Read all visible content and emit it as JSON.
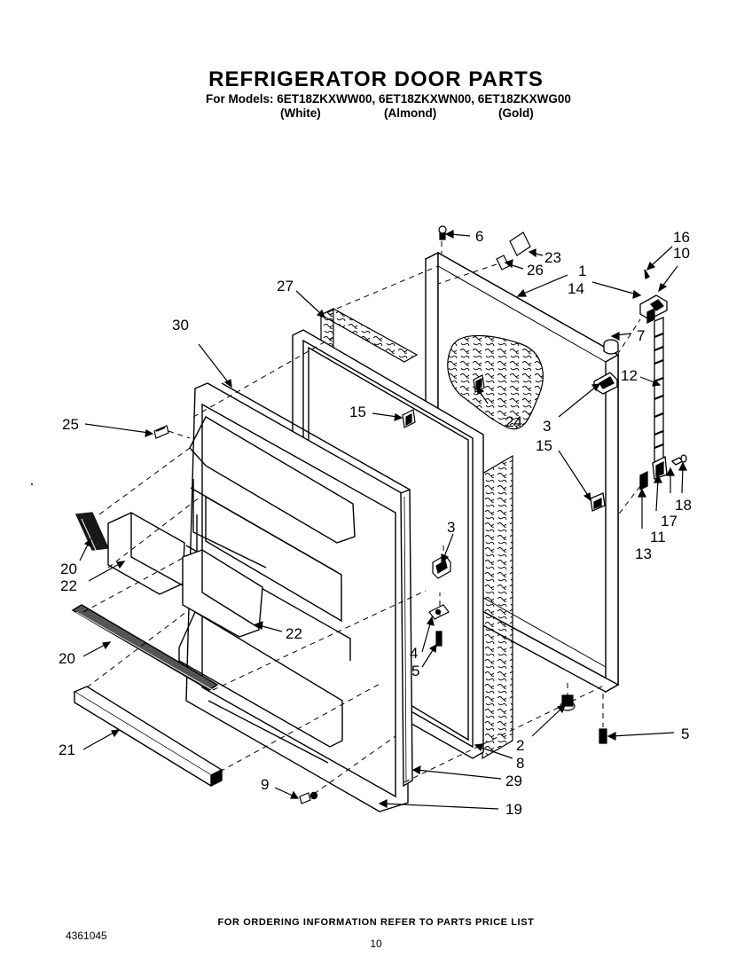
{
  "header": {
    "title": "REFRIGERATOR DOOR PARTS",
    "models_line": "For Models: 6ET18ZKXWW00, 6ET18ZKXWN00, 6ET18ZKXWG00",
    "colors": [
      "(White)",
      "(Almond)",
      "(Gold)"
    ]
  },
  "footer": {
    "ordering_note": "FOR ORDERING INFORMATION REFER TO PARTS PRICE LIST",
    "doc_number": "4361045",
    "page_number": "10"
  },
  "callouts": [
    "1",
    "2",
    "3",
    "3",
    "4",
    "5",
    "5",
    "6",
    "7",
    "8",
    "9",
    "10",
    "11",
    "12",
    "13",
    "14",
    "15",
    "15",
    "16",
    "17",
    "18",
    "19",
    "20",
    "20",
    "21",
    "22",
    "22",
    "23",
    "24",
    "25",
    "26",
    "27",
    "29",
    "30"
  ]
}
